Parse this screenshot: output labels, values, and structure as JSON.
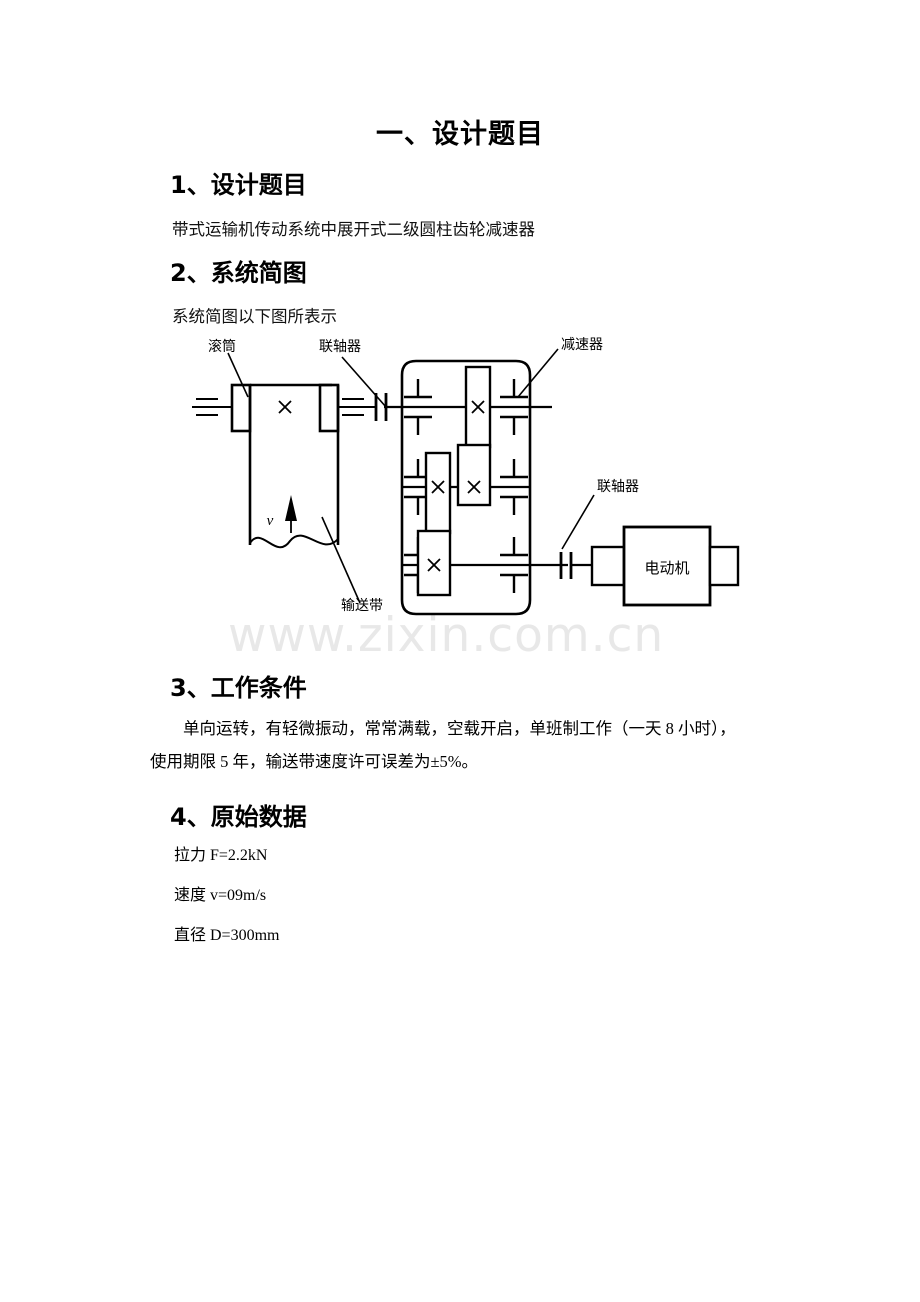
{
  "document": {
    "title": "一、设计题目",
    "watermark": "www.zixin.com.cn"
  },
  "sections": [
    {
      "heading": "1、设计题目",
      "body": "带式运输机传动系统中展开式二级圆柱齿轮减速器"
    },
    {
      "heading": "2、系统简图",
      "body": "系统简图以下图所表示"
    },
    {
      "heading": "3、工作条件",
      "line1": "单向运转，有轻微振动，常常满载，空载开启，单班制工作（一天 8 小时），",
      "line2": "使用期限 5 年，输送带速度许可误差为±5%。"
    },
    {
      "heading": "4、原始数据",
      "items": [
        "拉力 F=2.2kN",
        "速度 v=09m/s",
        "直径 D=300mm"
      ]
    }
  ],
  "diagram": {
    "labels": {
      "drum": "滚筒",
      "coupling_left": "联轴器",
      "reducer": "减速器",
      "coupling_right": "联轴器",
      "belt": "输送带",
      "motor": "电动机",
      "velocity": "v"
    },
    "colors": {
      "stroke": "#000000",
      "fill": "#ffffff"
    }
  }
}
